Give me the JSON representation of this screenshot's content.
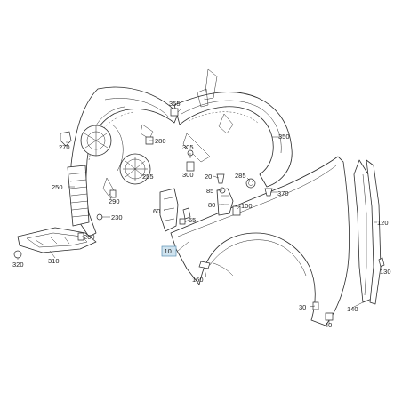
{
  "labels": {
    "l10": "10",
    "l20": "20",
    "l30": "30",
    "l40": "40",
    "l60": "60",
    "l65": "65",
    "l80": "80",
    "l85": "85",
    "l100": "100",
    "l120": "120",
    "l130": "130",
    "l140": "140",
    "l160": "160",
    "l230": "230",
    "l250": "250",
    "l255": "255",
    "l260": "260",
    "l270": "270",
    "l280": "280",
    "l285": "285",
    "l290": "290",
    "l300": "300",
    "l305": "305",
    "l310": "310",
    "l320": "320",
    "l350": "350",
    "l355": "355",
    "l370": "370"
  },
  "highlight_color": "#cfe3ef"
}
